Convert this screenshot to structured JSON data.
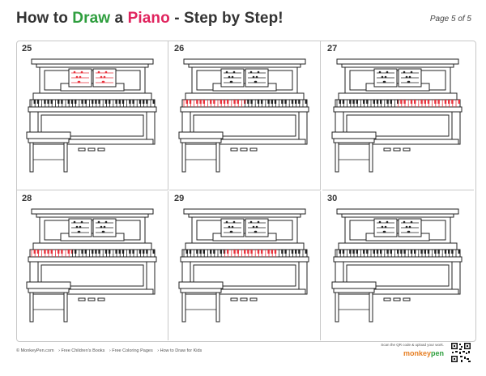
{
  "header": {
    "title_part1": "How to ",
    "title_draw": "Draw",
    "title_part2": " a ",
    "title_piano": "Piano",
    "title_part3": " - Step by Step!",
    "page_indicator": "Page 5 of 5"
  },
  "steps": [
    {
      "number": "25",
      "highlight": "music-sheet"
    },
    {
      "number": "26",
      "highlight": "left-keys"
    },
    {
      "number": "27",
      "highlight": "right-keys"
    },
    {
      "number": "28",
      "highlight": "lower-left-keys"
    },
    {
      "number": "29",
      "highlight": "lower-middle-keys"
    },
    {
      "number": "30",
      "highlight": "none"
    }
  ],
  "colors": {
    "title_green": "#2e9e3e",
    "title_red": "#e0245e",
    "highlight": "#e8323c",
    "line": "#222222"
  },
  "footer": {
    "links": [
      "© MonkeyPen.com",
      "› Free Children's Books",
      "› Free Coloring Pages",
      "› How to Draw for Kids"
    ],
    "scan_note": "Scan the QR code & upload your work.",
    "brand_part1": "monkey",
    "brand_part2": "pen"
  }
}
